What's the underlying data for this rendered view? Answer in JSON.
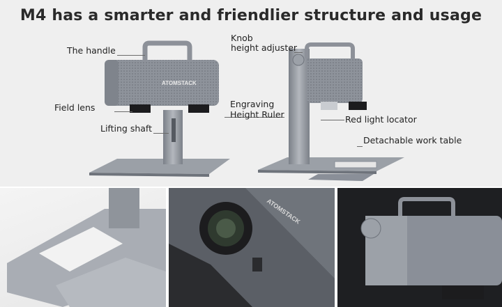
{
  "title": "M4 has a smarter and friendlier structure and usage",
  "labels": {
    "handle": "The handle",
    "knob_line1": "Knob",
    "knob_line2": "height adjuster",
    "field_lens": "Field lens",
    "ruler_line1": "Engraving",
    "ruler_line2": "Height Ruler",
    "red_light": "Red light locator",
    "lifting": "Lifting shaft",
    "work_table": "Detachable work table"
  },
  "brand": "ATOMSTACK",
  "colors": {
    "background": "#efefef",
    "text": "#2a2a2a",
    "metal": "#8a8f98",
    "lens": "#1c1c1e"
  }
}
